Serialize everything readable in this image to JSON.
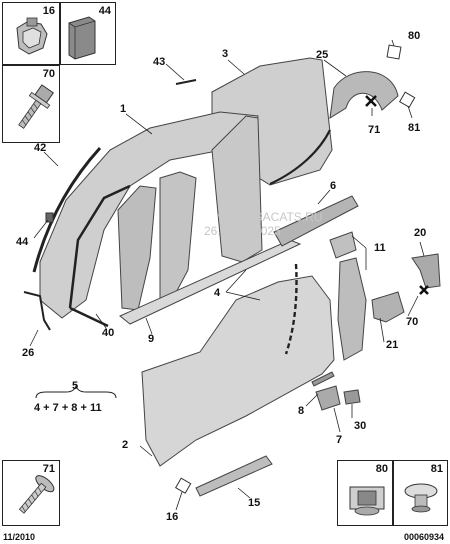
{
  "diagram": {
    "callouts": {
      "c1": "1",
      "c2": "2",
      "c3": "3",
      "c4": "4",
      "c6": "6",
      "c7": "7",
      "c8": "8",
      "c9": "9",
      "c11": "11",
      "c15": "15",
      "c16": "16",
      "c20": "20",
      "c21": "21",
      "c25": "25",
      "c26": "26",
      "c30": "30",
      "c40": "40",
      "c42": "42",
      "c43": "43",
      "c44": "44",
      "c70": "70",
      "c71": "71",
      "c80": "80",
      "c81": "81"
    },
    "formula": {
      "top": "5",
      "bottom": "4 + 7 + 8 + 11"
    },
    "inset_boxes": {
      "b16": "16",
      "b44": "44",
      "b70": "70",
      "b71": "71",
      "b80": "80",
      "b81": "81"
    },
    "watermark": {
      "line1": "www.PSACATS.RU",
      "line2": "26.19:03.2025"
    },
    "footer": {
      "date": "11/2010",
      "ref": "00060934"
    }
  }
}
